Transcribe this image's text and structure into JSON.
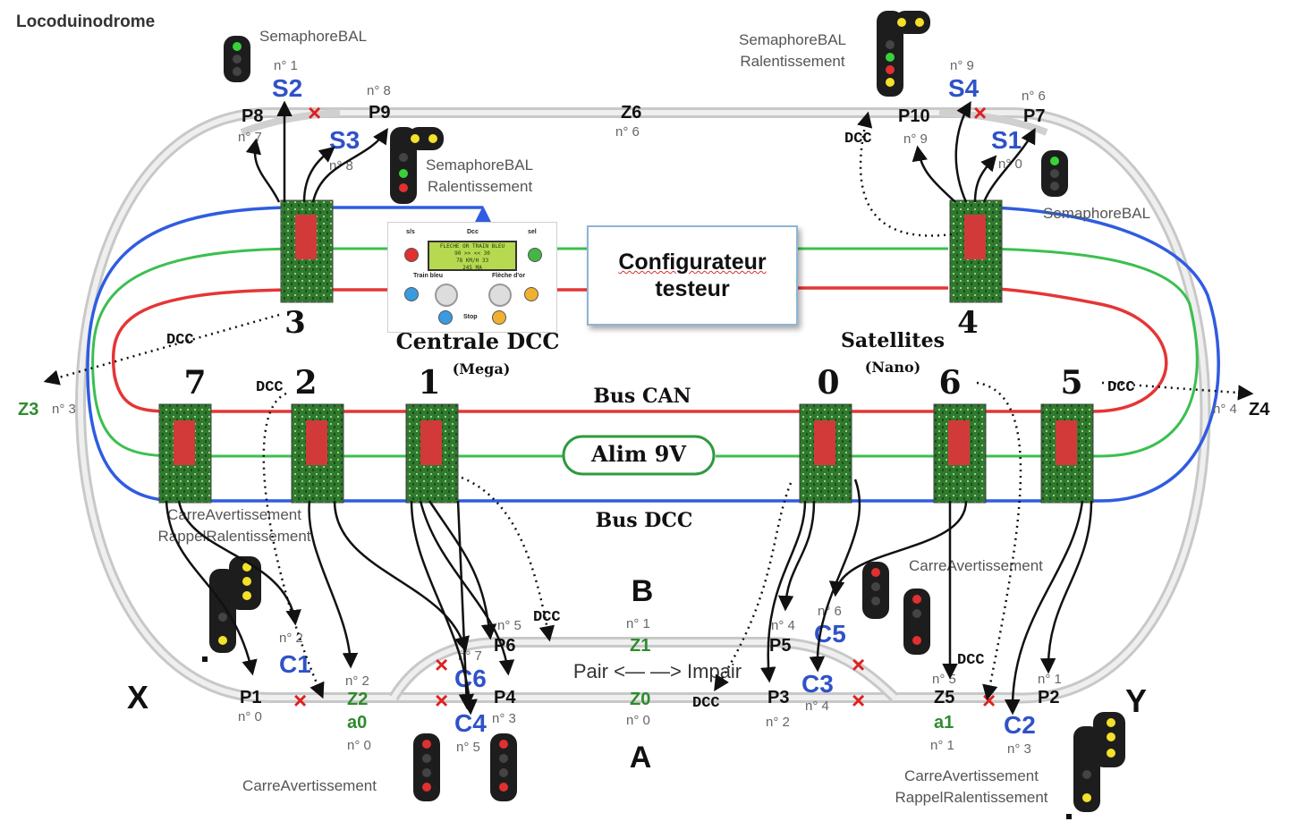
{
  "title": "Locoduinodrome",
  "bus": {
    "can": "Bus CAN",
    "dcc": "Bus DCC",
    "alim": "Alim 9V"
  },
  "central": {
    "title": "Centrale DCC",
    "sub": "(Mega)",
    "panel": {
      "ss": "s/s",
      "dcc": "Dcc",
      "sel": "sel",
      "lcd1": "FLECHE OR TRAIN BLEU",
      "lcd2": "90 >>   << 30",
      "lcd3": "78  KM/H   33",
      "lcd4": "245 MA",
      "train_bleu": "Train bleu",
      "fleche_or": "Flèche d'or",
      "stop": "Stop"
    }
  },
  "configurator": {
    "line1": "Configurateur",
    "line2": "testeur"
  },
  "satellites": {
    "title": "Satellites",
    "sub": "(Nano)"
  },
  "satellite_numbers": [
    "3",
    "4",
    "7",
    "2",
    "1",
    "0",
    "6",
    "5"
  ],
  "dcc_tag": "DCC",
  "sides": {
    "b": "B",
    "a": "A",
    "x": "X",
    "y": "Y"
  },
  "direction": "Pair <—   —> Impair",
  "signals": {
    "sema1": "SemaphoreBAL",
    "sema_ral1a": "SemaphoreBAL",
    "sema_ral1b": "Ralentissement",
    "sema_ral2a": "SemaphoreBAL",
    "sema_ral2b": "Ralentissement",
    "sema2": "SemaphoreBAL",
    "carre_av_top": "CarreAvertissement",
    "carre_rappel1a": "CarreAvertissement",
    "carre_rappel1b": "RappelRalentissement",
    "carre_av_bottom": "CarreAvertissement",
    "carre_rappel2a": "CarreAvertissement",
    "carre_rappel2b": "RappelRalentissement"
  },
  "zones": {
    "z6": "Z6",
    "z6n": "n° 6",
    "z3": "Z3",
    "z3n": "n° 3",
    "z4": "Z4",
    "z4n": "n° 4",
    "z1": "Z1",
    "z1n": "n° 1",
    "z0": "Z0",
    "z0n": "n° 0",
    "z2": "Z2",
    "z2n": "n° 2",
    "z5": "Z5",
    "z5n": "n° 5",
    "a0": "a0",
    "a0n": "n° 0",
    "a1": "a1",
    "a1n": "n° 1"
  },
  "sensors": {
    "p8": "P8",
    "p8n": "n° 7",
    "p9": "P9",
    "p9n": "n° 8",
    "p10": "P10",
    "p10n": "n° 9",
    "p7": "P7",
    "p7n": "n° 6",
    "p6": "P6",
    "p6n": "n° 5",
    "p5": "P5",
    "p5n": "n° 4",
    "p1": "P1",
    "p1n": "n° 0",
    "p4": "P4",
    "p4n": "n° 3",
    "p3": "P3",
    "p3n": "n° 2",
    "p2": "P2",
    "p2n": "n° 1"
  },
  "sig_ids": {
    "s2": "S2",
    "s2n": "n° 1",
    "s3": "S3",
    "s3n": "n° 8",
    "s4": "S4",
    "s4n": "n° 9",
    "s1": "S1",
    "s1n": "n° 0",
    "c1": "C1",
    "c1n": "n° 2",
    "c6": "C6",
    "c6n": "n° 7",
    "c4": "C4",
    "c4n": "n° 5",
    "c5": "C5",
    "c5n": "n° 6",
    "c3": "C3",
    "c3n": "n° 4",
    "c2": "C2",
    "c2n": "n° 3"
  },
  "colors": {
    "can": "#e53535",
    "alim": "#3bbf4f",
    "dcc": "#2f5ce0",
    "signal_id": "#2f52c8",
    "zone": "#2e8b2e",
    "turnout": "#e02020"
  }
}
